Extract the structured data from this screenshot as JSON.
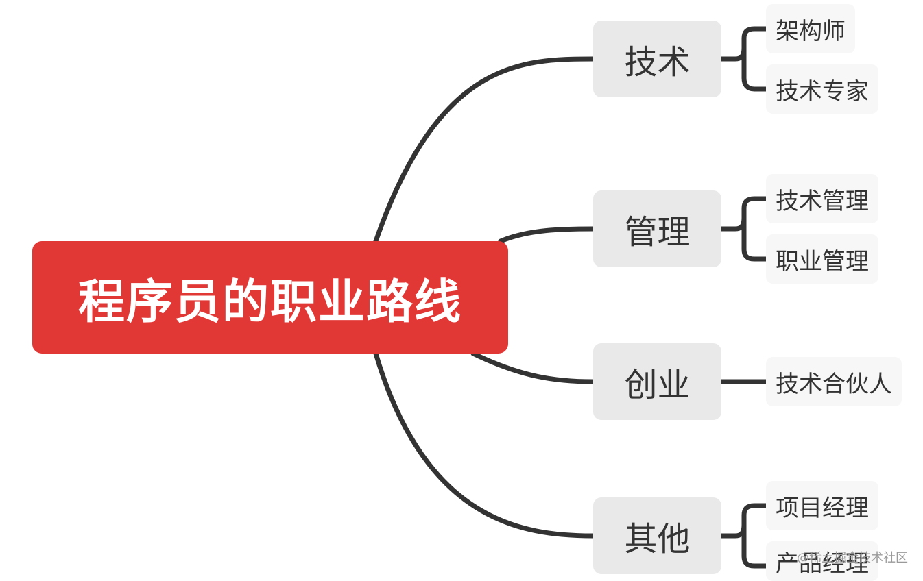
{
  "root": {
    "label": "程序员的职业路线"
  },
  "branches": [
    {
      "label": "技术",
      "children": [
        "架构师",
        "技术专家"
      ]
    },
    {
      "label": "管理",
      "children": [
        "技术管理",
        "职业管理"
      ]
    },
    {
      "label": "创业",
      "children": [
        "技术合伙人"
      ]
    },
    {
      "label": "其他",
      "children": [
        "项目经理",
        "产品经理"
      ]
    }
  ],
  "watermark": "@稀土掘金技术社区",
  "colors": {
    "root": "#e13836",
    "branch": "#e9e9e9",
    "leaf": "#f7f7f7",
    "line": "#333333",
    "text": "#333333"
  }
}
